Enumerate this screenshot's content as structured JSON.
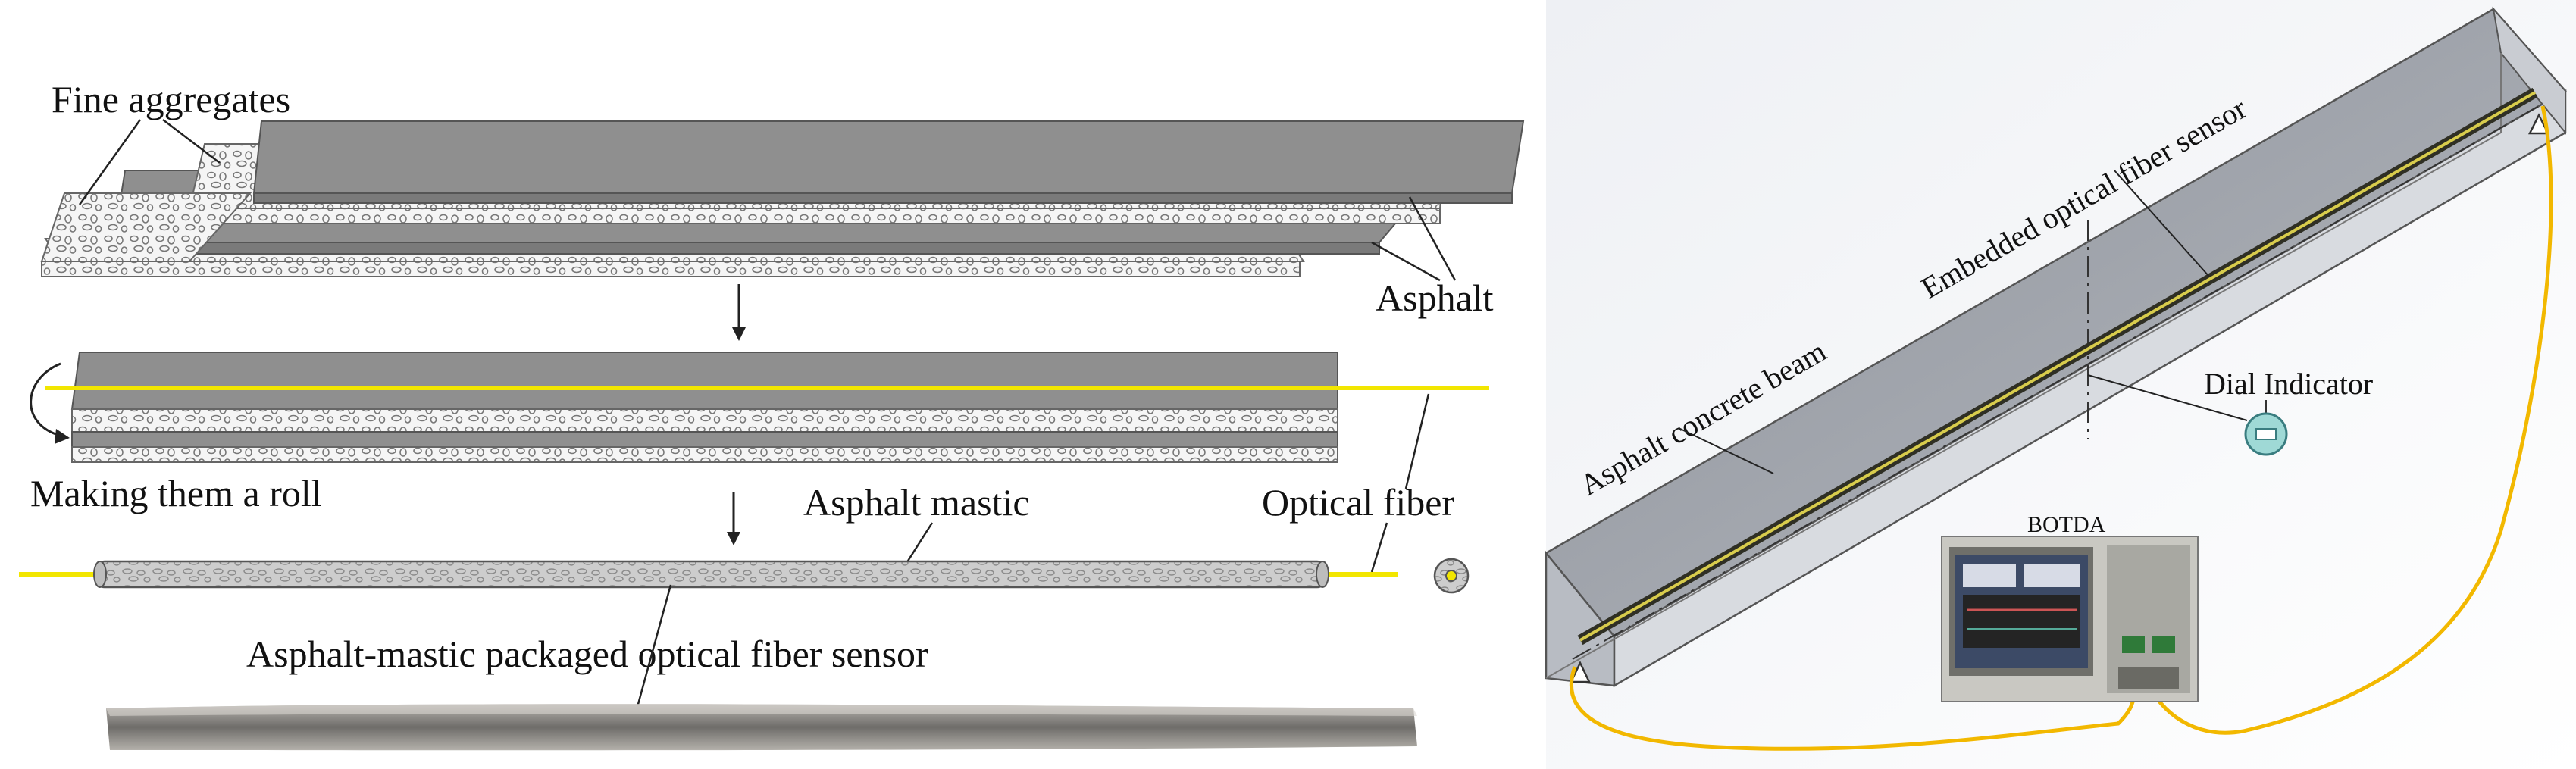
{
  "left_panel": {
    "labels": {
      "fine_aggregates": "Fine aggregates",
      "asphalt": "Asphalt",
      "making_roll": "Making them a  roll",
      "asphalt_mastic": "Asphalt mastic",
      "optical_fiber": "Optical fiber",
      "packaged_sensor": "Asphalt-mastic packaged optical fiber sensor"
    }
  },
  "right_panel": {
    "labels": {
      "beam": "Asphalt concrete beam",
      "embedded_sensor": "Embedded optical fiber sensor",
      "dial_indicator": "Dial Indicator",
      "botda": "BOTDA"
    }
  },
  "colors": {
    "fiber_yellow": "#f2e600",
    "cable_orange": "#f2b800",
    "asphalt_gray": "#8f8f8f",
    "aggregate_white": "#f4f4f4",
    "beam_gray": "#9aa0aa",
    "dial_teal": "#9fd9d6"
  }
}
